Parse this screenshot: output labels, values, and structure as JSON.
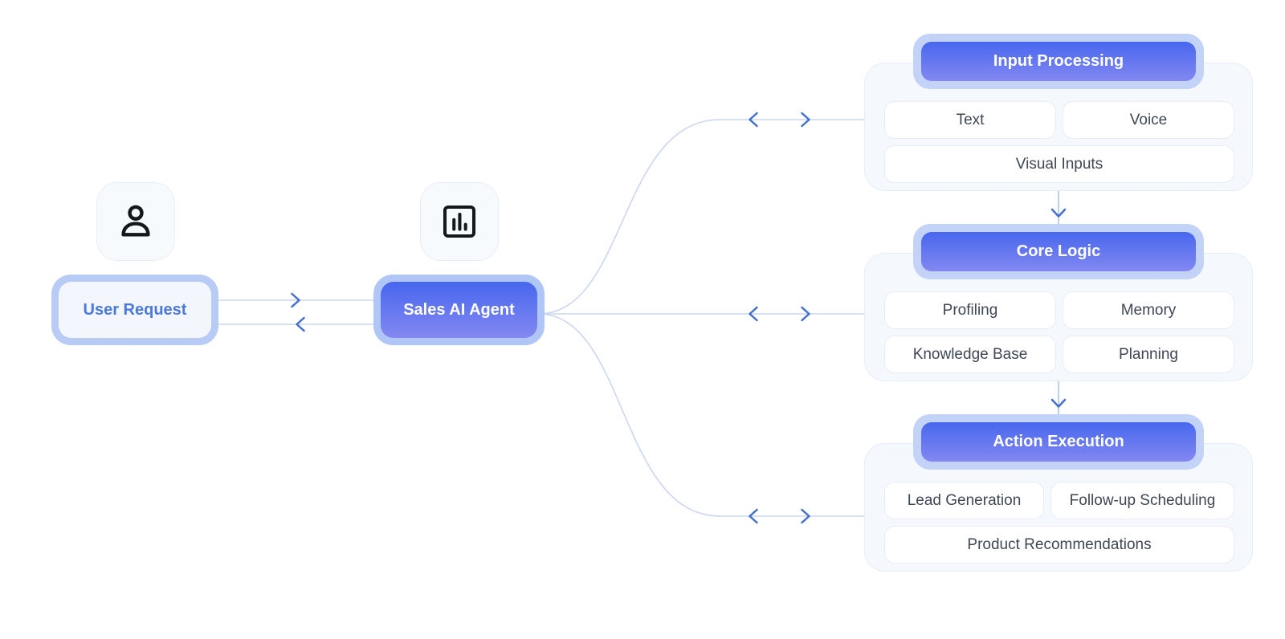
{
  "diagram": {
    "title_hint": "Sales AI Agent architecture flow",
    "colors": {
      "accent_gradient_top": "#4767ee",
      "accent_gradient_bottom": "#8388f1",
      "glow_border": "#c2d3f7",
      "wire": "#cbd7f0",
      "arrow": "#4470cc",
      "group_background": "#f5f8fd",
      "user_label_blue": "#4a79d9",
      "item_text": "#3f4754"
    },
    "nodes": {
      "user_request": {
        "label": "User Request",
        "icon": "person-icon"
      },
      "agent": {
        "label": "Sales AI Agent",
        "icon": "bar-chart-icon"
      }
    },
    "groups": [
      {
        "title": "Input Processing",
        "items": [
          "Text",
          "Voice",
          "Visual Inputs"
        ]
      },
      {
        "title": "Core Logic",
        "items": [
          "Profiling",
          "Memory",
          "Knowledge Base",
          "Planning"
        ]
      },
      {
        "title": "Action Execution",
        "items": [
          "Lead Generation",
          "Follow-up Scheduling",
          "Product Recommendations"
        ]
      }
    ],
    "connections": [
      {
        "from": "User Request",
        "to": "Sales AI Agent",
        "direction": "bidirectional"
      },
      {
        "from": "Sales AI Agent",
        "to": "Input Processing",
        "direction": "bidirectional"
      },
      {
        "from": "Sales AI Agent",
        "to": "Core Logic",
        "direction": "bidirectional"
      },
      {
        "from": "Sales AI Agent",
        "to": "Action Execution",
        "direction": "bidirectional"
      },
      {
        "from": "Input Processing",
        "to": "Core Logic",
        "direction": "down"
      },
      {
        "from": "Core Logic",
        "to": "Action Execution",
        "direction": "down"
      }
    ]
  }
}
